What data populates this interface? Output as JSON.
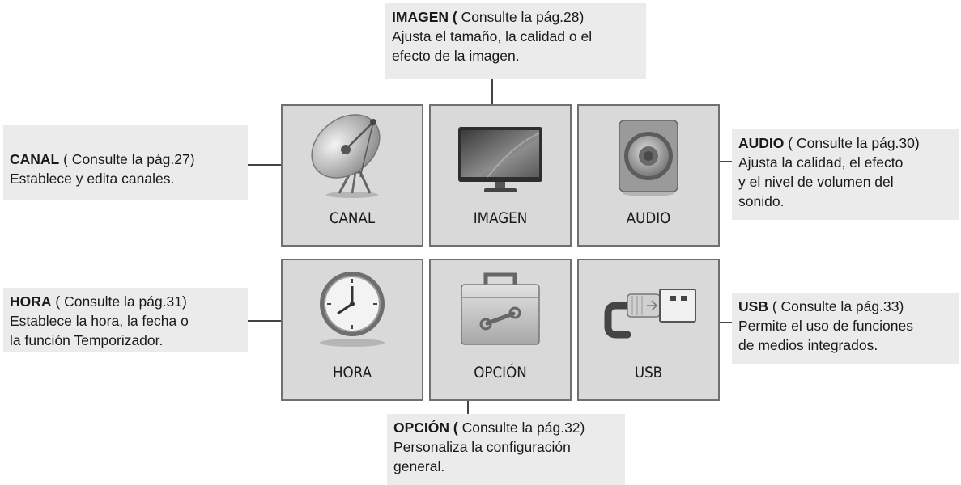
{
  "tiles": {
    "canal": "CANAL",
    "imagen": "IMAGEN",
    "audio": "AUDIO",
    "hora": "HORA",
    "opcion": "OPCIÓN",
    "usb": "USB"
  },
  "callouts": {
    "imagen": {
      "title": "IMAGEN (",
      "ref": " Consulte la pág.28)",
      "lines": [
        "Ajusta el tamaño, la calidad o el",
        "efecto de la imagen."
      ]
    },
    "canal": {
      "title": "CANAL",
      "ref": " ( Consulte la pág.27)",
      "lines": [
        "Establece y edita canales."
      ]
    },
    "audio": {
      "title": "AUDIO",
      "ref": " ( Consulte la pág.30)",
      "lines": [
        "Ajusta la calidad, el efecto",
        "y el nivel de volumen del",
        "sonido."
      ]
    },
    "hora": {
      "title": "HORA",
      "ref": " ( Consulte la pág.31)",
      "lines": [
        "Establece la hora, la fecha o",
        "la función Temporizador."
      ]
    },
    "usb": {
      "title": "USB",
      "ref": " ( Consulte la pág.33)",
      "lines": [
        "Permite el uso de funciones",
        "de medios integrados."
      ]
    },
    "opcion": {
      "title": "OPCIÓN (",
      "ref": " Consulte la pág.32)",
      "lines": [
        "Personaliza la configuración",
        "general."
      ]
    }
  }
}
